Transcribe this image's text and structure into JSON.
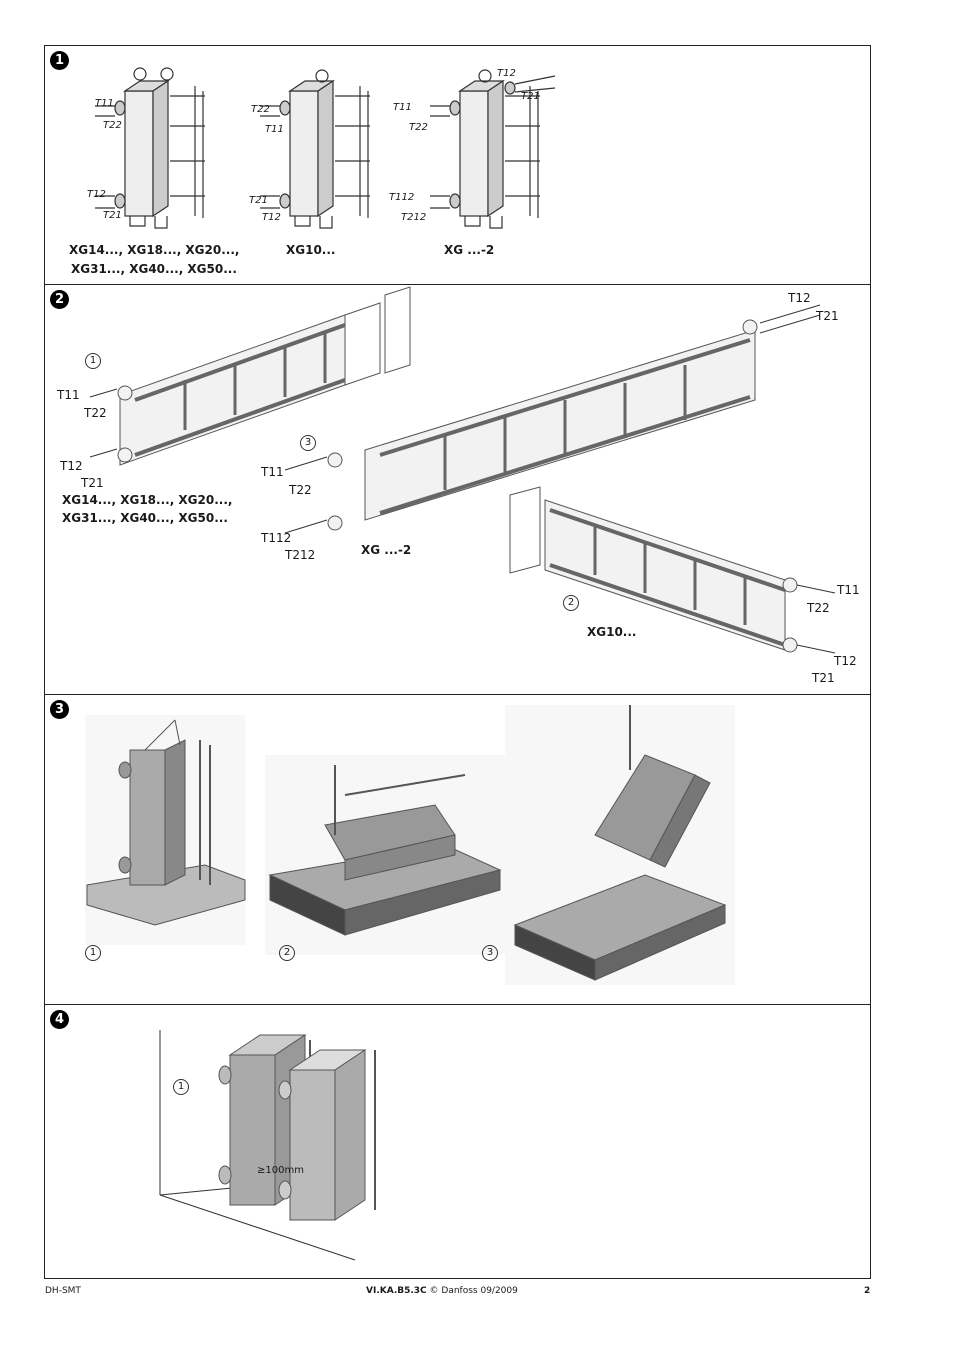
{
  "panels": {
    "p1": {
      "number": "1",
      "labels": {
        "a_t11": "T11",
        "a_t22": "T22",
        "a_t12": "T12",
        "a_t21": "T21",
        "b_t22": "T22",
        "b_t11": "T11",
        "b_t21": "T21",
        "b_t12": "T12",
        "c_t12": "T12",
        "c_t21": "T21",
        "c_t11": "T11",
        "c_t22": "T22",
        "c_t112": "T112",
        "c_t212": "T212"
      },
      "captions": {
        "a_line1": "XG14..., XG18..., XG20...,",
        "a_line2": "XG31..., XG40..., XG50...",
        "b": "XG10...",
        "c": "XG ...-2"
      }
    },
    "p2": {
      "number": "2",
      "markers": {
        "m1": "1",
        "m2": "2",
        "m3": "3"
      },
      "labels": {
        "l_t11": "T11",
        "l_t22": "T22",
        "l_t12": "T12",
        "l_t21": "T21",
        "top_t12": "T12",
        "top_t21": "T21",
        "m_t11": "T11",
        "m_t22": "T22",
        "m_t112": "T112",
        "m_t212": "T212",
        "r_t11": "T11",
        "r_t22": "T22",
        "r_t12": "T12",
        "r_t21": "T21"
      },
      "captions": {
        "a_line1": "XG14..., XG18..., XG20...,",
        "a_line2": "XG31..., XG40..., XG50...",
        "mid": "XG ...-2",
        "right": "XG10..."
      }
    },
    "p3": {
      "number": "3",
      "markers": {
        "m1": "1",
        "m2": "2",
        "m3": "3"
      }
    },
    "p4": {
      "number": "4",
      "markers": {
        "m1": "1"
      },
      "spacing": "≥100mm"
    }
  },
  "footer": {
    "left": "DH-SMT",
    "doc_code": "VI.KA.B5.3C",
    "copyright": "© Danfoss 09/2009",
    "page": "2"
  }
}
